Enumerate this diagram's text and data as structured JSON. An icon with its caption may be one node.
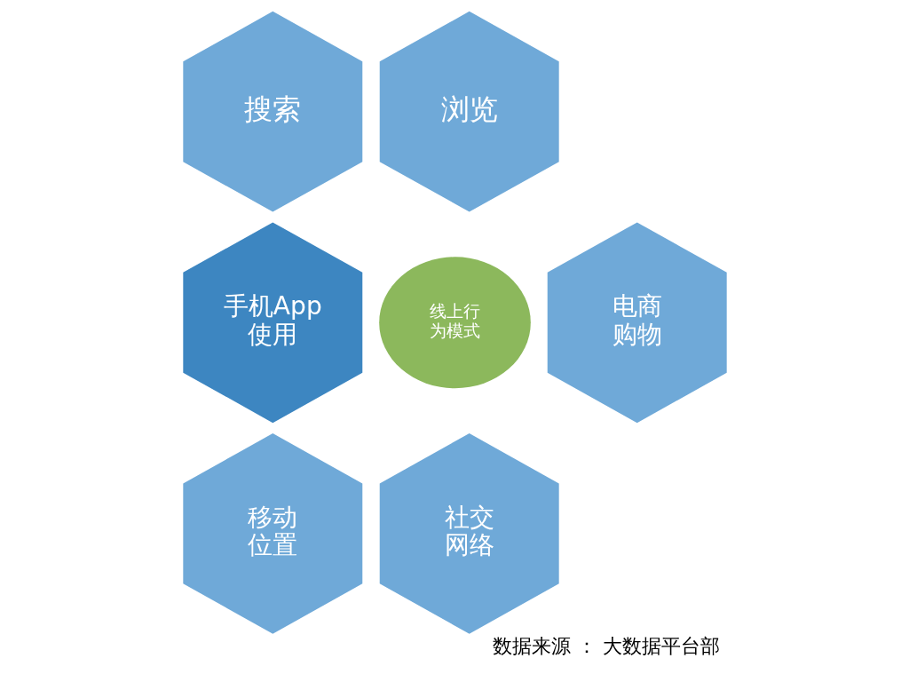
{
  "diagram": {
    "caption": "数据来源 ： 大数据平台部",
    "nodes": [
      {
        "text": [
          "搜索"
        ]
      },
      {
        "text": [
          "浏览"
        ]
      },
      {
        "text": [
          "手机App使用"
        ]
      },
      {
        "text": [
          "线上行为模式"
        ]
      },
      {
        "text": [
          "电商购物"
        ]
      },
      {
        "text": [
          "移动位置"
        ]
      },
      {
        "text": [
          "社交网络"
        ]
      }
    ],
    "edges": []
  }
}
